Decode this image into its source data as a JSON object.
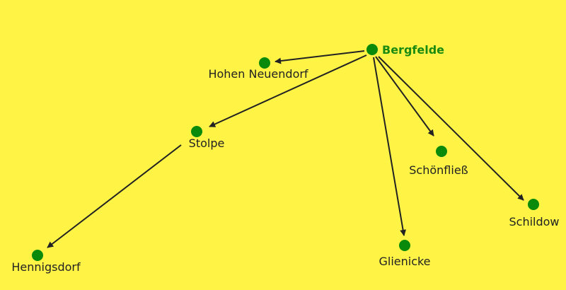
{
  "colors": {
    "background": "#fff345",
    "node": "#0a8a0a",
    "center_label": "#1a8a10",
    "edge": "#222222",
    "label": "#222222"
  },
  "center": "Bergfelde",
  "nodes": [
    {
      "id": "bergfelde",
      "label": "Bergfelde",
      "role": "center"
    },
    {
      "id": "hohen-neuendorf",
      "label": "Hohen Neuendorf"
    },
    {
      "id": "stolpe",
      "label": "Stolpe"
    },
    {
      "id": "hennigsdorf",
      "label": "Hennigsdorf"
    },
    {
      "id": "schoenfliess",
      "label": "Schönfließ"
    },
    {
      "id": "glienicke",
      "label": "Glienicke"
    },
    {
      "id": "schildow",
      "label": "Schildow"
    }
  ],
  "edges": [
    {
      "from": "bergfelde",
      "to": "hohen-neuendorf"
    },
    {
      "from": "bergfelde",
      "to": "stolpe"
    },
    {
      "from": "bergfelde",
      "to": "schoenfliess"
    },
    {
      "from": "bergfelde",
      "to": "glienicke"
    },
    {
      "from": "bergfelde",
      "to": "schildow"
    },
    {
      "from": "stolpe",
      "to": "hennigsdorf"
    }
  ]
}
